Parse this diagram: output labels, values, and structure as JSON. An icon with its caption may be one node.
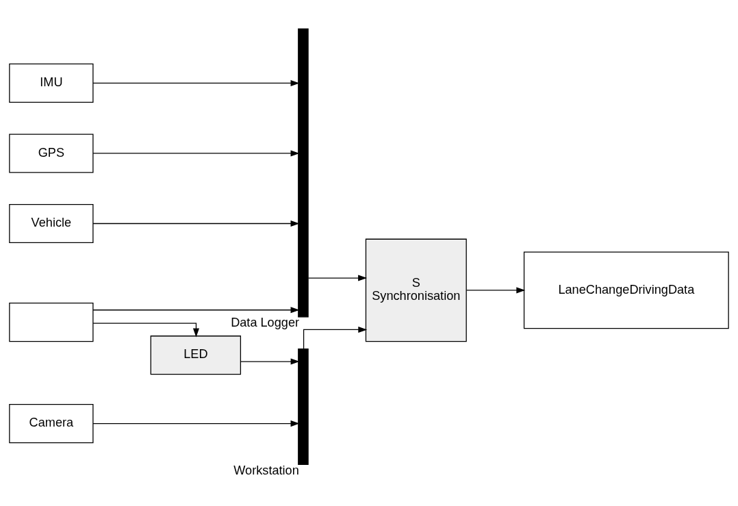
{
  "diagram": {
    "nodes": [
      {
        "text": [
          "Vehicle"
        ]
      },
      {
        "text": [
          "IMU"
        ]
      },
      {
        "text": [
          "GPS"
        ]
      },
      {
        "text": [],
        "shape": "box"
      },
      {
        "text": [
          "Data Logger"
        ]
      },
      {
        "text": [
          "LED"
        ]
      },
      {
        "text": [
          "Camera"
        ]
      },
      {
        "text": [
          "Workstation"
        ]
      },
      {
        "text": [
          "S",
          "Synchronisation"
        ]
      },
      {
        "text": [
          "LaneChangeDrivingData"
        ]
      }
    ],
    "edges": [
      {
        "from": 0,
        "to": 4,
        "arrow": "to"
      },
      {
        "from": 1,
        "to": 4,
        "arrow": "to"
      },
      {
        "from": 2,
        "to": 4,
        "arrow": "to"
      },
      {
        "from": 3,
        "to": 4,
        "arrow": "to"
      },
      {
        "from": 3,
        "to": 5,
        "arrow": "to"
      },
      {
        "from": 5,
        "to": 7,
        "arrow": "to"
      },
      {
        "from": 6,
        "to": 7,
        "arrow": "to"
      },
      {
        "from": 4,
        "to": 8,
        "arrow": "to"
      },
      {
        "from": 7,
        "to": 8,
        "arrow": "to"
      },
      {
        "from": 8,
        "to": 9,
        "arrow": "to"
      }
    ]
  }
}
